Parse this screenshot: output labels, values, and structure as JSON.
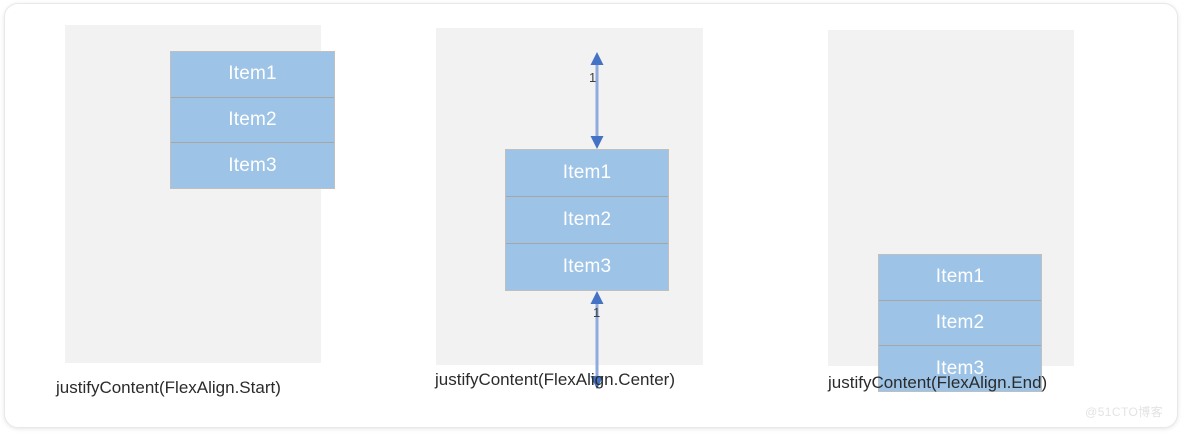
{
  "panels": [
    {
      "id": "start",
      "caption": "justifyContent(FlexAlign.Start)",
      "items": [
        "Item1",
        "Item2",
        "Item3"
      ]
    },
    {
      "id": "center",
      "caption": "justifyContent(FlexAlign.Center)",
      "items": [
        "Item1",
        "Item2",
        "Item3"
      ],
      "arrows": [
        {
          "position": "top",
          "label": "1"
        },
        {
          "position": "bottom",
          "label": "1"
        }
      ]
    },
    {
      "id": "end",
      "caption": "justifyContent(FlexAlign.End)",
      "items": [
        "Item1",
        "Item2",
        "Item3"
      ]
    }
  ],
  "watermark": "@51CTO博客",
  "colors": {
    "item_fill": "#9dc3e6",
    "item_border": "#bfbfbf",
    "item_divider": "#a6a6a6",
    "container_fill": "#f2f2f2",
    "arrow": "#4472c4",
    "arrow_shaft": "#8faadc",
    "caption_text": "#2b2b2b",
    "item_text": "#ffffff",
    "card_bg": "#ffffff"
  }
}
